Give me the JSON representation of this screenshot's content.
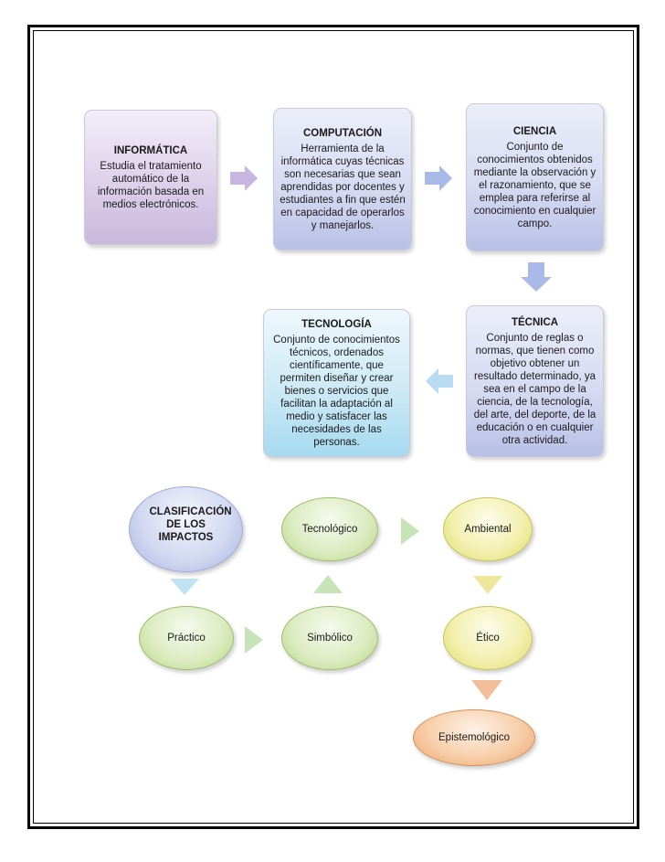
{
  "flow": {
    "informatica": {
      "title": "INFORMÁTICA",
      "body": "Estudia el tratamiento automático de la información basada en medios electrónicos."
    },
    "computacion": {
      "title": "COMPUTACIÓN",
      "body": "Herramienta de la informática cuyas técnicas son necesarias que sean aprendidas por docentes y estudiantes a fin que estén en capacidad de operarlos y manejarlos."
    },
    "ciencia": {
      "title": "CIENCIA",
      "body": "Conjunto de conocimientos obtenidos mediante la observación y el razonamiento, que  se emplea para referirse al conocimiento en cualquier campo."
    },
    "tecnica": {
      "title": "TÉCNICA",
      "body": "Conjunto de reglas o normas, que tienen como objetivo obtener un resultado determinado, ya sea en el campo de la ciencia, de la tecnología, del arte, del deporte, de la educación o en cualquier otra actividad."
    },
    "tecnologia": {
      "title": "TECNOLOGÍA",
      "body": "Conjunto de conocimientos técnicos, ordenados científicamente, que permiten diseñar y crear bienes o servicios que facilitan la adaptación al medio y satisfacer las necesidades de las personas."
    }
  },
  "impactos": {
    "clasificacion": "CLASIFICACIÓN DE LOS IMPACTOS",
    "tecnologico": "Tecnológico",
    "ambiental": "Ambiental",
    "practico": "Práctico",
    "simbolico": "Simbólico",
    "etico": "Ético",
    "epistemologico": "Epistemológico"
  },
  "colors": {
    "arrow_purple": "#c7b7e0",
    "arrow_blue": "#a9b9e8",
    "arrow_cyan": "#bfe3f3",
    "arrow_lightblue": "#b9dcf2",
    "arrow_green": "#c7e4b8",
    "arrow_yellow": "#eee79b",
    "arrow_orange": "#f2bf9a"
  }
}
